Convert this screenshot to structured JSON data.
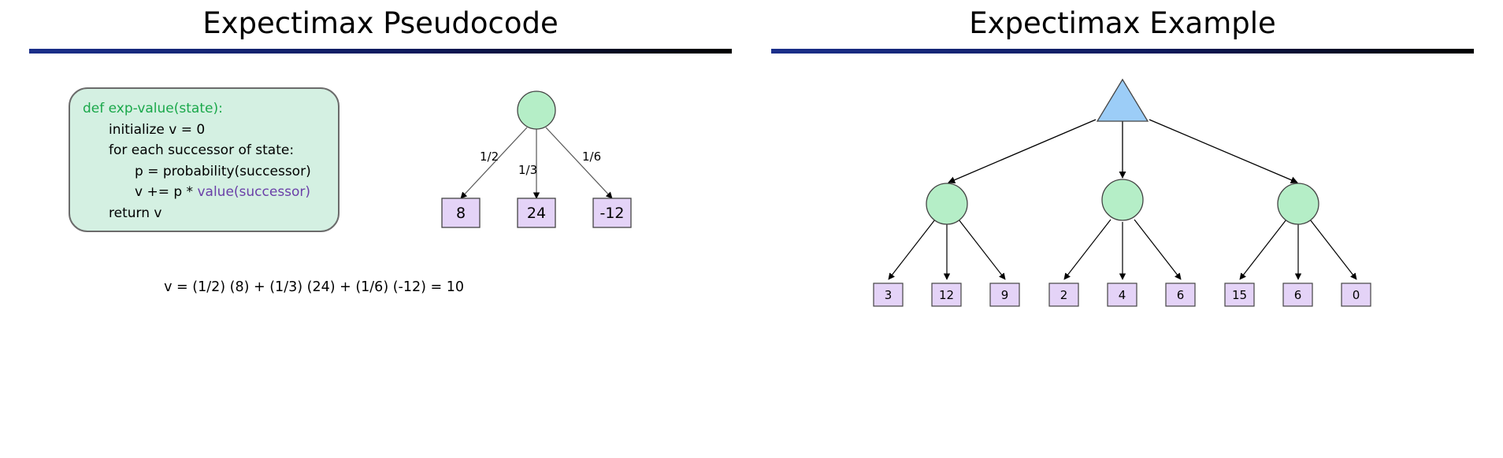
{
  "left_slide": {
    "title": "Expectimax Pseudocode",
    "code": {
      "line1": "def exp-value(state):",
      "line2": "initialize v = 0",
      "line3": "for each successor of state:",
      "line4": "p = probability(successor)",
      "line5_prefix": "v += p * ",
      "line5_call": "value(successor)",
      "line6": "return v"
    },
    "tree": {
      "edge_labels": [
        "1/2",
        "1/3",
        "1/6"
      ],
      "leaves": [
        "8",
        "24",
        "-12"
      ]
    },
    "formula": "v = (1/2) (8) + (1/3) (24) + (1/6) (-12) = 10"
  },
  "right_slide": {
    "title": "Expectimax Example",
    "leaves": [
      "3",
      "12",
      "9",
      "2",
      "4",
      "6",
      "15",
      "6",
      "0"
    ]
  },
  "colors": {
    "chance_node": "#b5eec7",
    "max_node": "#9ccdf7",
    "leaf_fill": "#e4d3f7",
    "keyword_green": "#1aa84a",
    "call_purple": "#6a3fa8",
    "title_rule": "#1b2f8a"
  }
}
